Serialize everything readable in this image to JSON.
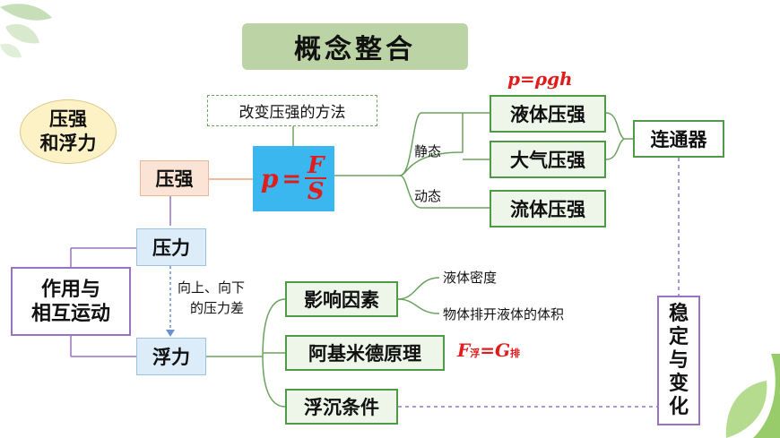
{
  "title": "概念整合",
  "topic": [
    "压强",
    "和浮力"
  ],
  "nodes": {
    "pressure": "压强",
    "force": "压力",
    "buoyancy": "浮力",
    "interaction": [
      "作用与",
      "相互运动"
    ],
    "methods": "改变压强的方法",
    "liquid_pressure": "液体压强",
    "air_pressure": "大气压强",
    "fluid_pressure": "流体压强",
    "connector": "连通器",
    "influence": "影响因素",
    "archimedes": "阿基米德原理",
    "float_sink": "浮沉条件",
    "stability": [
      "稳",
      "定",
      "与",
      "变",
      "化"
    ]
  },
  "labels": {
    "static": "静态",
    "dynamic": "动态",
    "up_down": "向上、向下",
    "pressure_diff": "的压力差",
    "liquid_density": "液体密度",
    "displaced_volume": "物体排开液体的体积"
  },
  "formulas": {
    "pressure_p": "p",
    "pressure_eq": "=",
    "pressure_num": "F",
    "pressure_den": "S",
    "liquid": "p=ρgh",
    "buoy_F": "F",
    "buoy_sub1": "浮",
    "buoy_eq": "=G",
    "buoy_sub2": "排"
  },
  "colors": {
    "formula_bg": "#3ab7ef",
    "formula_text": "#e21b1b",
    "green_border": "#4f9a46",
    "purple_line": "#9873c4",
    "title_band": "#bcd3a6"
  }
}
